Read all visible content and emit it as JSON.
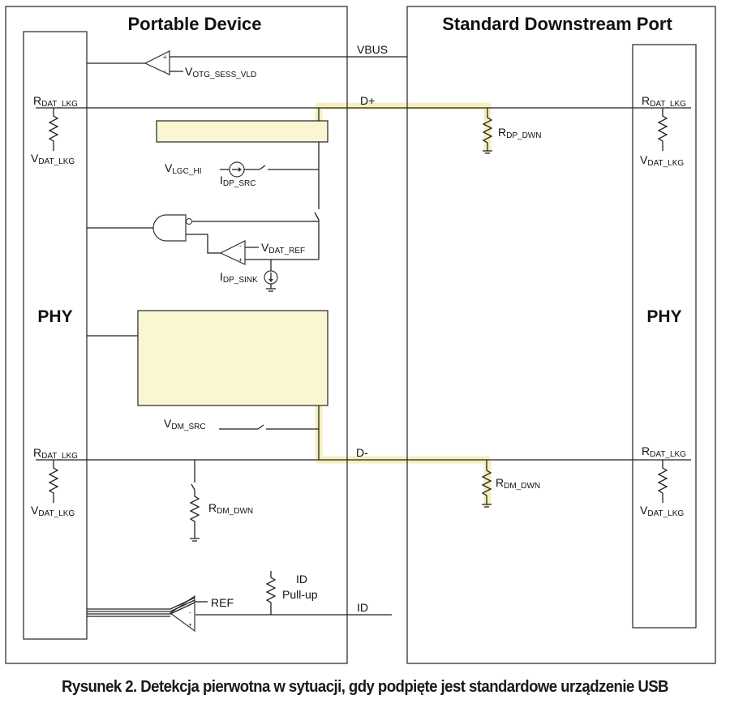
{
  "diagram": {
    "left_block": {
      "title": "Portable Device",
      "phy_label": "PHY"
    },
    "right_block": {
      "title": "Standard Downstream Port",
      "phy_label": "PHY"
    },
    "signals": {
      "vbus": "VBUS",
      "dplus": "D+",
      "dminus": "D-",
      "id": "ID"
    },
    "labels": {
      "v_otg_sess_vld": {
        "main": "V",
        "sub": "OTG_SESS_VLD"
      },
      "r_dat_lkg": {
        "main": "R",
        "sub": "DAT_LKG"
      },
      "v_dat_lkg": {
        "main": "V",
        "sub": "DAT_LKG"
      },
      "v_lgc_hi": {
        "main": "V",
        "sub": "LGC_HI"
      },
      "i_dp_src": {
        "main": "I",
        "sub": "DP_SRC"
      },
      "v_dat_ref": {
        "main": "V",
        "sub": "DAT_REF"
      },
      "i_dp_sink": {
        "main": "I",
        "sub": "DP_SINK"
      },
      "v_dm_src": {
        "main": "V",
        "sub": "DM_SRC"
      },
      "r_dm_dwn": {
        "main": "R",
        "sub": "DM_DWN"
      },
      "r_dp_dwn": {
        "main": "R",
        "sub": "DP_DWN"
      },
      "id_pullup_line1": "ID",
      "id_pullup_line2": "Pull-up",
      "ref": "REF"
    },
    "highlight_color": "#f4efbf",
    "block_fill_color": "#faf6d2"
  },
  "caption": "Rysunek 2. Detekcja pierwotna w sytuacji, gdy podpięte jest standardowe urządzenie USB"
}
